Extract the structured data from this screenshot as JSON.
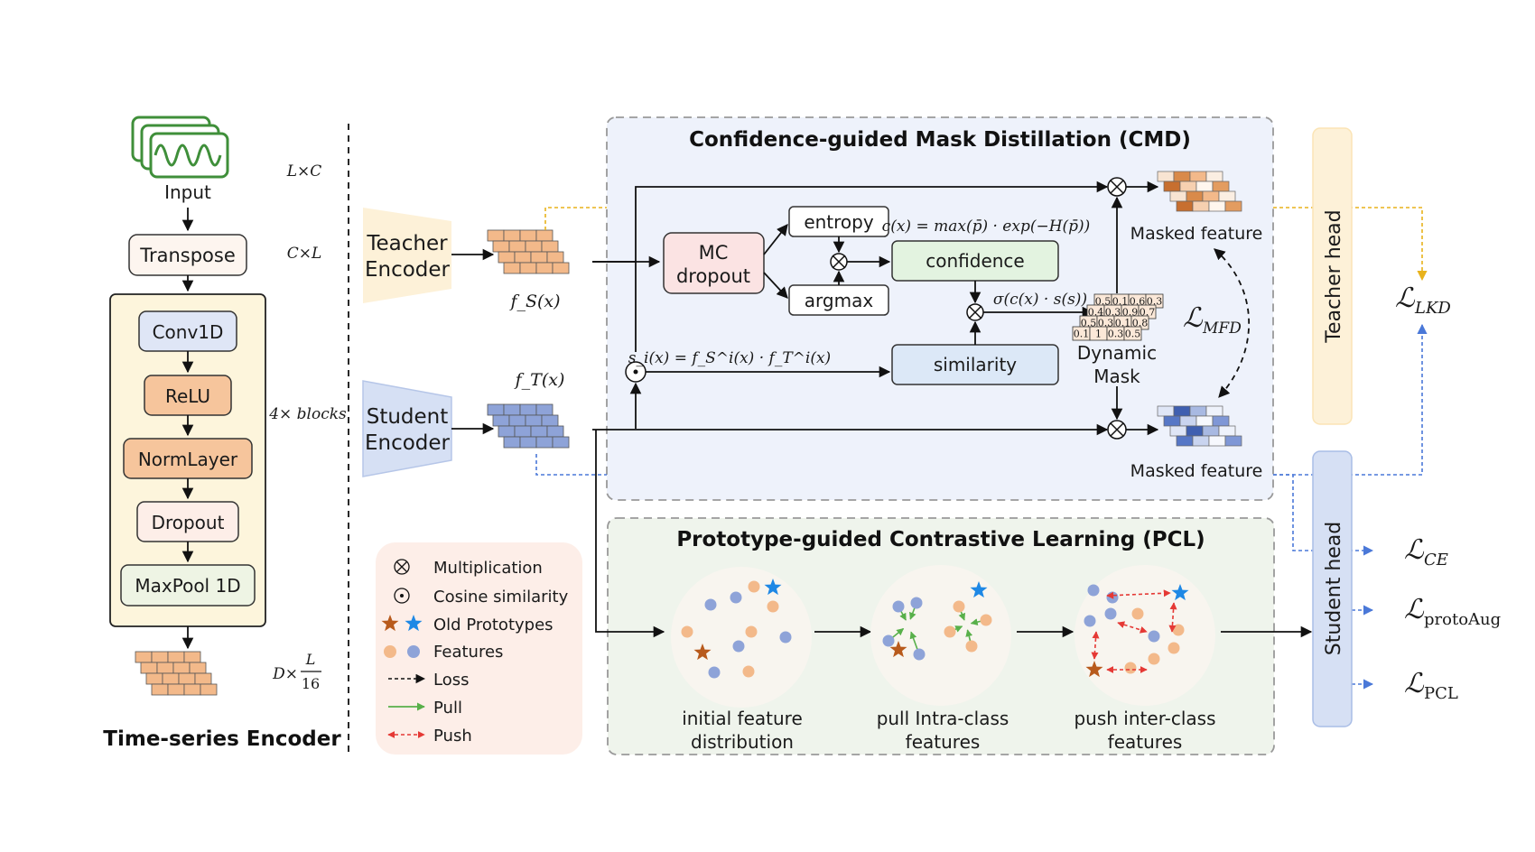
{
  "encoder": {
    "input": "Input",
    "transpose": "Transpose",
    "blocks": [
      "Conv1D",
      "ReLU",
      "NormLayer",
      "Dropout",
      "MaxPool 1D"
    ],
    "title": "Time-series Encoder",
    "dim_input": "L×C",
    "dim_transpose": "C×L",
    "dim_blocks": "4× blocks",
    "dim_out_prefix": "D×",
    "dim_out_num": "L",
    "dim_out_den": "16"
  },
  "teacher_encoder": [
    "Teacher",
    "Encoder"
  ],
  "student_encoder": [
    "Student",
    "Encoder"
  ],
  "f_s": "f_S(x)",
  "f_t": "f_T(x)",
  "cmd": {
    "title": "Confidence-guided Mask Distillation (CMD)",
    "mc_dropout": [
      "MC",
      "dropout"
    ],
    "entropy": "entropy",
    "argmax": "argmax",
    "confidence": "confidence",
    "similarity": "similarity",
    "conf_formula": "c(x) = max(p̄) · exp(−H(p̄))",
    "sigma_formula": "σ(c(x) · s(s))",
    "sim_formula": "s_i(x) = f_S^i(x) · f_T^i(x)",
    "dynamic_mask": [
      "Dynamic",
      "Mask"
    ],
    "masked_feature_top": "Masked feature",
    "masked_feature_bottom": "Masked feature",
    "mask_rows": [
      [
        "0.5",
        "0.1",
        "0.6",
        "0.3"
      ],
      [
        "0.4",
        "0.3",
        "0.9",
        "0.7"
      ],
      [
        "0.5",
        "0.3",
        "0.1",
        "0.8"
      ],
      [
        "0.1",
        "1",
        "0.3",
        "0.5"
      ]
    ],
    "l_mfd": "MFD"
  },
  "pcl": {
    "title": "Prototype-guided Contrastive Learning (PCL)",
    "stages": [
      [
        "initial feature",
        "distribution"
      ],
      [
        "pull Intra-class",
        "features"
      ],
      [
        "push inter-class",
        "features"
      ]
    ]
  },
  "legend": {
    "items": [
      "Multiplication",
      "Cosine similarity",
      "Old Prototypes",
      "Features",
      "Loss",
      "Pull",
      "Push"
    ]
  },
  "heads": {
    "teacher": "Teacher head",
    "student": "Student head"
  },
  "losses": {
    "lkd": "LKD",
    "ce": "CE",
    "protoaug": "protoAug",
    "pcl": "PCL"
  },
  "colors": {
    "orange": "#f3b98a",
    "blue": "#8ea3d8",
    "teacher_fill": "#fdf1d8",
    "student_fill": "#d6e0f4",
    "cmd_bg": "#eef2fb",
    "pcl_bg": "#eff4ec",
    "legend_bg": "#fdeee8",
    "star_brown": "#b85a1c",
    "star_blue": "#1e88e5",
    "pull": "#58b04a",
    "push": "#e53935",
    "kd_arrow": "#e8b21c",
    "ce_arrow": "#4a78d8"
  }
}
